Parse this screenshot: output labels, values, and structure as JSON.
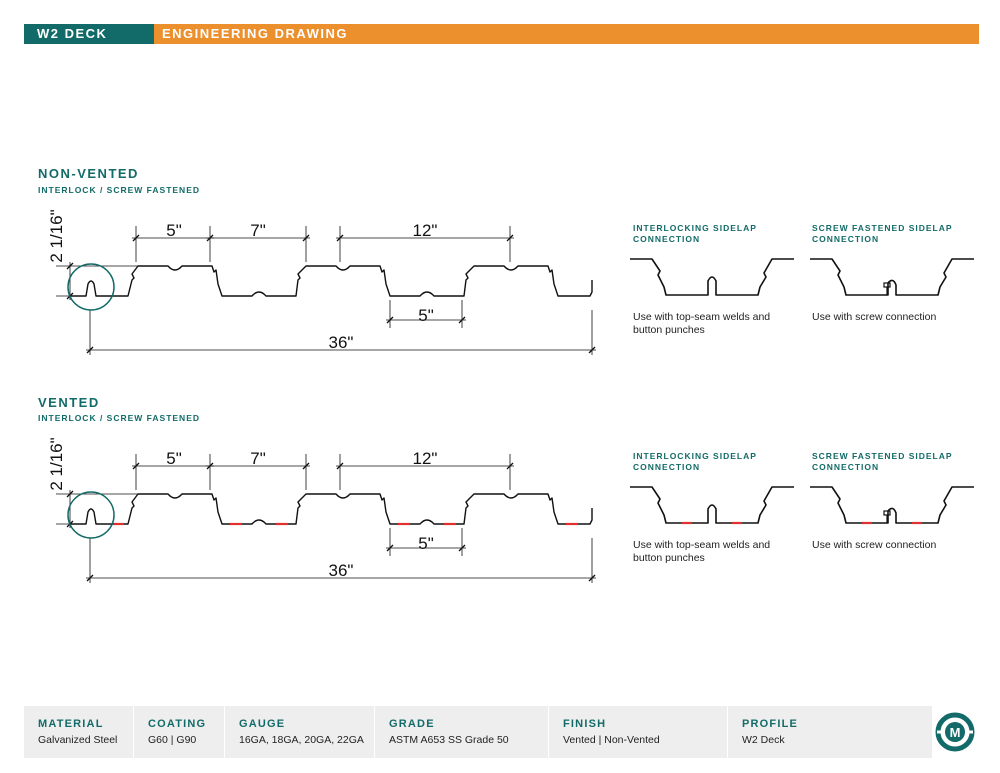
{
  "header": {
    "product": "W2 DECK",
    "doc_type": "ENGINEERING DRAWING"
  },
  "sections": [
    {
      "title": "NON-VENTED",
      "subtitle": "INTERLOCK / SCREW FASTENED",
      "dimensions": {
        "rib_top": "5\"",
        "rib_opening": "7\"",
        "pitch": "12\"",
        "bottom_flat": "5\"",
        "overall": "36\"",
        "depth": "2 1/16\""
      },
      "details": [
        {
          "title": "INTERLOCKING SIDELAP CONNECTION",
          "note": "Use with top-seam welds and button punches"
        },
        {
          "title": "SCREW FASTENED SIDELAP CONNECTION",
          "note": "Use with screw connection"
        }
      ]
    },
    {
      "title": "VENTED",
      "subtitle": "INTERLOCK / SCREW FASTENED",
      "dimensions": {
        "rib_top": "5\"",
        "rib_opening": "7\"",
        "pitch": "12\"",
        "bottom_flat": "5\"",
        "overall": "36\"",
        "depth": "2 1/16\""
      },
      "details": [
        {
          "title": "INTERLOCKING SIDELAP CONNECTION",
          "note": "Use with top-seam welds and button punches"
        },
        {
          "title": "SCREW FASTENED SIDELAP CONNECTION",
          "note": "Use with screw connection"
        }
      ]
    }
  ],
  "specs": [
    {
      "label": "MATERIAL",
      "value": "Galvanized Steel"
    },
    {
      "label": "COATING",
      "value": "G60 | G90"
    },
    {
      "label": "GAUGE",
      "value": "16GA, 18GA, 20GA, 22GA"
    },
    {
      "label": "GRADE",
      "value": "ASTM A653 SS Grade 50"
    },
    {
      "label": "FINISH",
      "value": "Vented | Non-Vented"
    },
    {
      "label": "PROFILE",
      "value": "W2 Deck"
    }
  ],
  "colors": {
    "brand_teal": "#126b68",
    "brand_orange": "#ec8f2d",
    "vent_mark": "#e03030",
    "footer_bg": "#eeeeee"
  },
  "logo": {
    "icon": "m-logo-icon",
    "letter": "M"
  }
}
